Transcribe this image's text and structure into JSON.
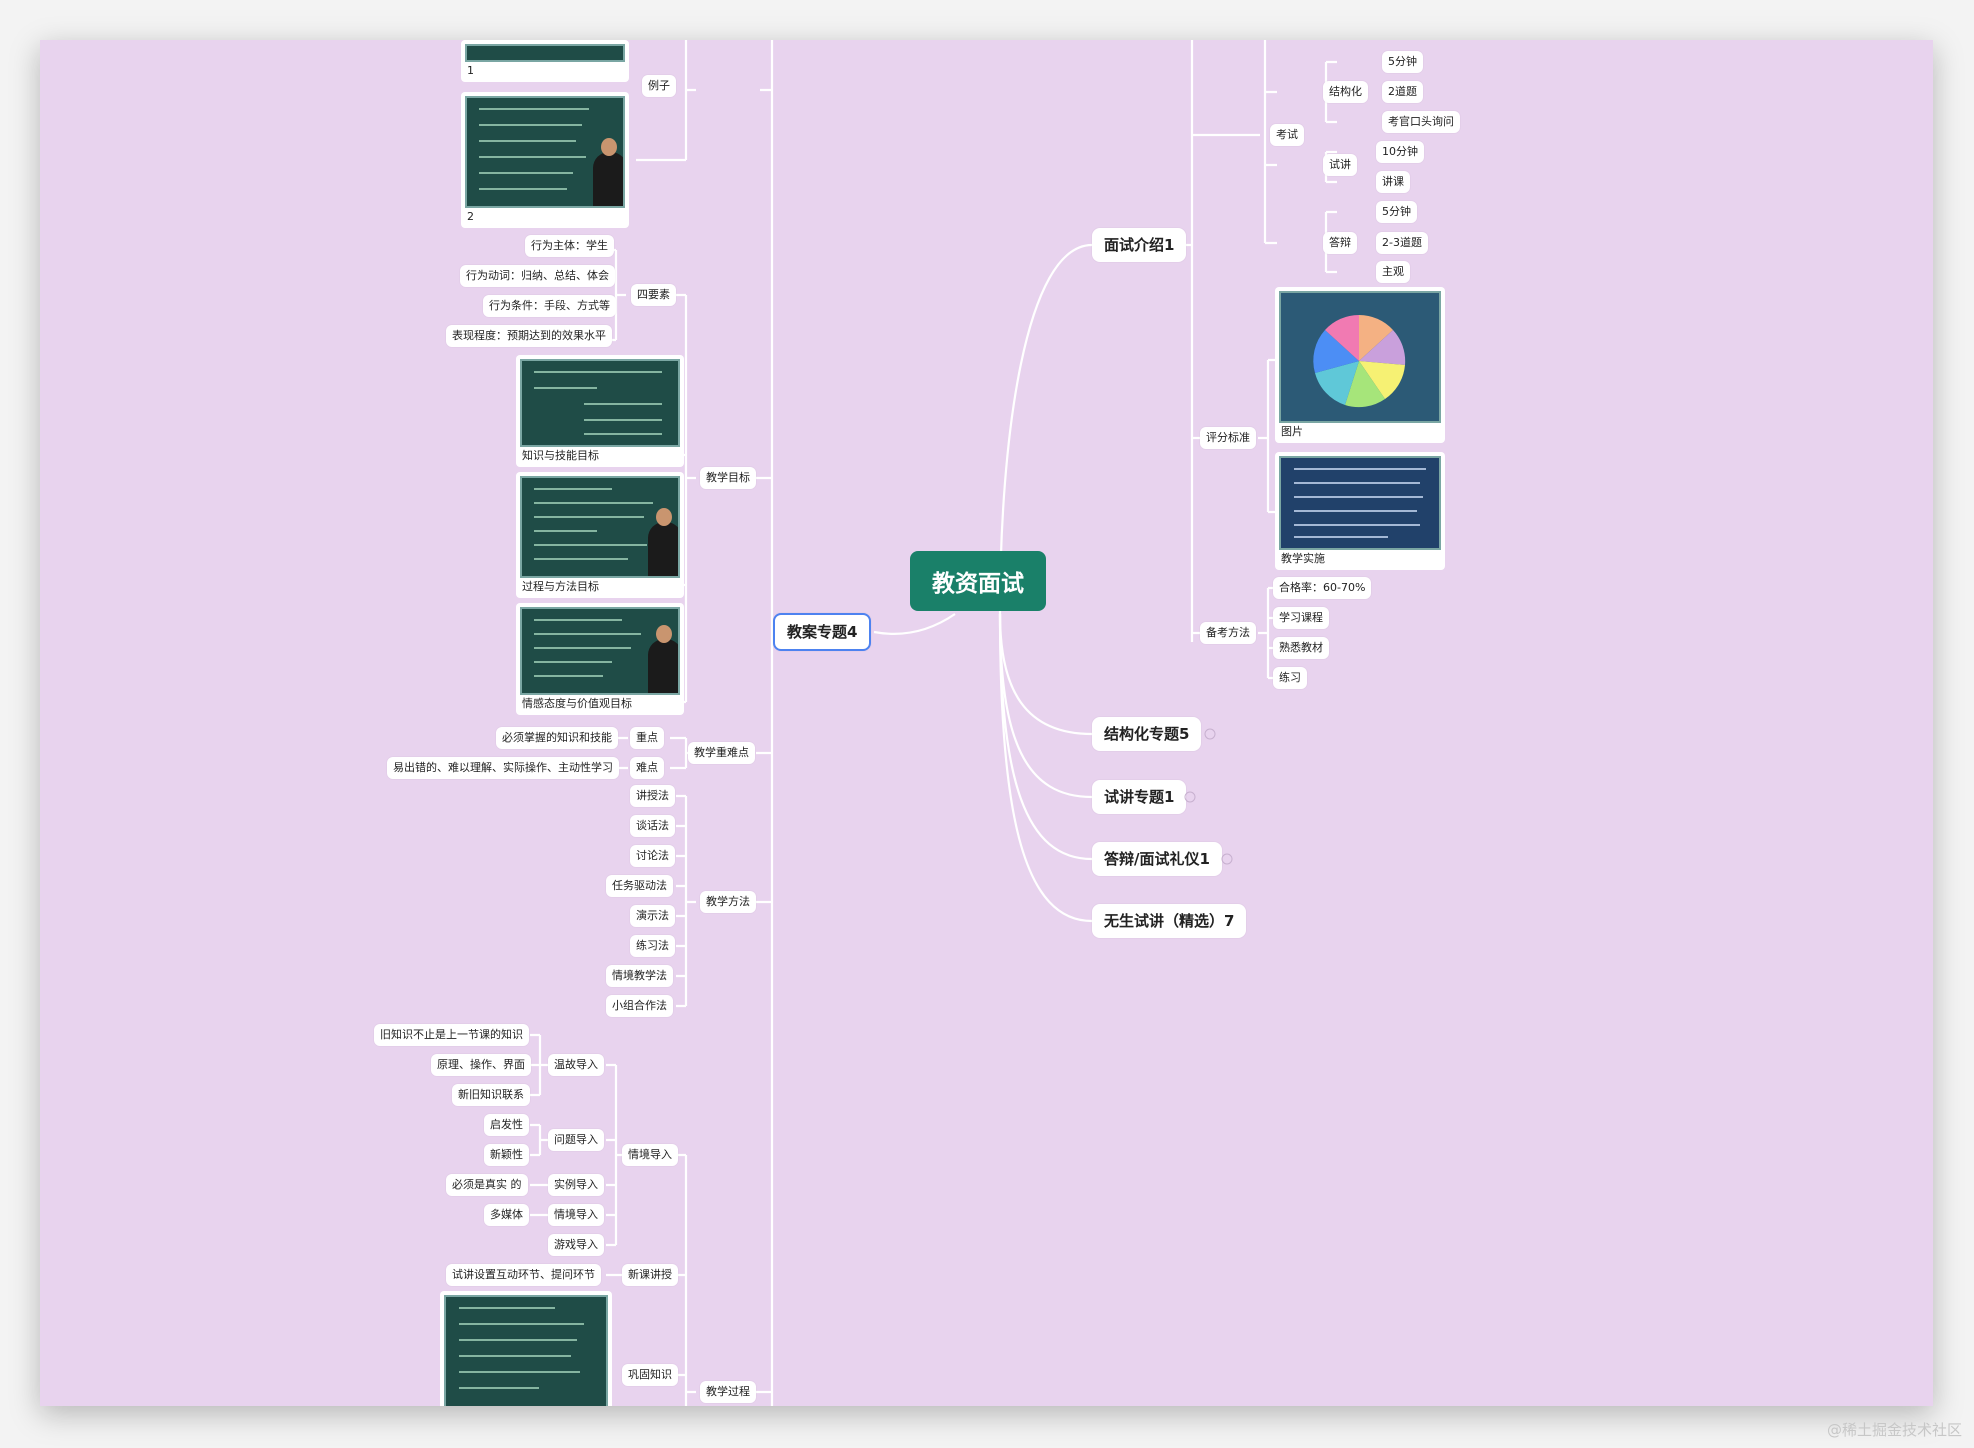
{
  "root": "教资面试",
  "branches": {
    "b1": "面试介绍1",
    "b2": "教案专题4",
    "b3": "结构化专题5",
    "b4": "试讲专题1",
    "b5": "答辩/面试礼仪1",
    "b6": "无生试讲（精选）7"
  },
  "intro": {
    "kaoshi": "考试",
    "jiegouhua": "结构化",
    "jg_1": "5分钟",
    "jg_2": "2道题",
    "jg_3": "考官口头询问",
    "shijiang": "试讲",
    "sj_1": "10分钟",
    "sj_2": "讲课",
    "dabian": "答辩",
    "db_1": "5分钟",
    "db_2": "2-3道题",
    "db_3": "主观",
    "pingfen": "评分标准",
    "img_pie": "图片",
    "img_table": "教学实施",
    "beikao": "备考方法",
    "bk_1": "合格率：60-70%",
    "bk_2": "学习课程",
    "bk_3": "熟悉教材",
    "bk_4": "练习"
  },
  "plan": {
    "lizi": "例子",
    "img1": "1",
    "img2": "2",
    "jxmb": "教学目标",
    "siyaosu": "四要素",
    "sy_1": "行为主体：学生",
    "sy_2": "行为动词：归纳、总结、体会",
    "sy_3": "行为条件：手段、方式等",
    "sy_4": "表现程度：预期达到的效果水平",
    "goal_1": "知识与技能目标",
    "goal_2": "过程与方法目标",
    "goal_3": "情感态度与价值观目标",
    "zhongnan": "教学重难点",
    "zhongdian": "重点",
    "zd_1": "必须掌握的知识和技能",
    "nandian": "难点",
    "nd_1": "易出错的、难以理解、实际操作、主动性学习",
    "fangfa": "教学方法",
    "methods": [
      "讲授法",
      "谈话法",
      "讨论法",
      "任务驱动法",
      "演示法",
      "练习法",
      "情境教学法",
      "小组合作法"
    ],
    "guocheng": "教学过程",
    "qingjing": "情境导入",
    "wengu": "温故导入",
    "wg_1": "旧知识不止是上一节课的知识",
    "wg_2": "原理、操作、界面",
    "wg_3": "新旧知识联系",
    "wenti": "问题导入",
    "wt_1": "启发性",
    "wt_2": "新颖性",
    "shili": "实例导入",
    "sl_1": "必须是真实 的",
    "qjdr": "情境导入",
    "qj_1": "多媒体",
    "youxi": "游戏导入",
    "xinke": "新课讲授",
    "xk_1": "试讲设置互动环节、提问环节",
    "gonggu": "巩固知识"
  },
  "watermark": "@稀土掘金技术社区",
  "colors": {
    "canvas": "#e8d3ee",
    "root": "#1a8069",
    "link": "#ffffff",
    "focus": "#4d82f0"
  }
}
